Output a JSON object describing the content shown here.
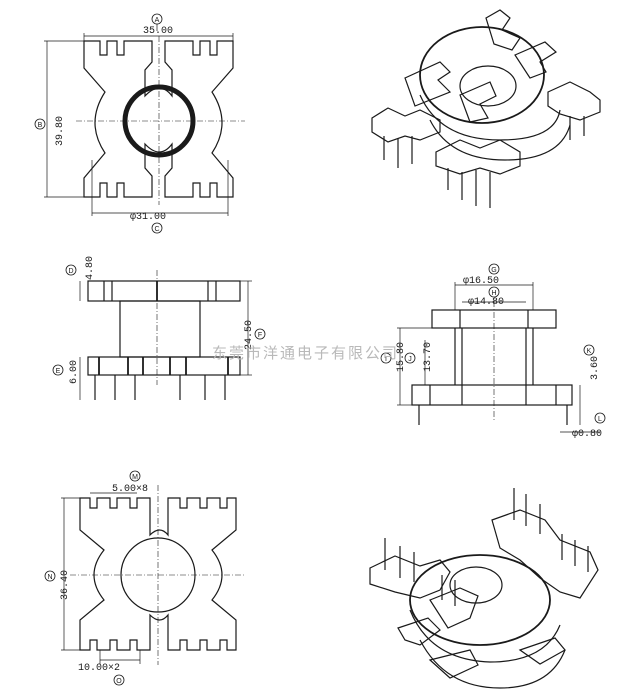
{
  "labels": {
    "A": "A",
    "B": "B",
    "C": "C",
    "D": "D",
    "E": "E",
    "F": "F",
    "G": "G",
    "H": "H",
    "I": "I",
    "J": "J",
    "K": "K",
    "L": "L",
    "M": "M",
    "N": "N",
    "O": "O"
  },
  "dimensions": {
    "top_width": "35.00",
    "top_height": "39.80",
    "top_diameter": "φ31.00",
    "side_top_flange": "4.80",
    "side_height": "24.50",
    "side_bottom_flange": "6.00",
    "sec_outer_dia": "φ16.50",
    "sec_inner_dia": "φ14.80",
    "sec_height_outer": "15.80",
    "sec_height_inner": "13.70",
    "sec_pin_length": "3.60",
    "sec_pin_dia": "φ0.80",
    "bot_slot": "5.00×8",
    "bot_height": "36.40",
    "bot_pitch": "10.00×2"
  },
  "watermark": "东莞市洋通电子有限公司",
  "colors": {
    "ink": "#1a1a1a",
    "watermark": "#b9b9b9"
  }
}
